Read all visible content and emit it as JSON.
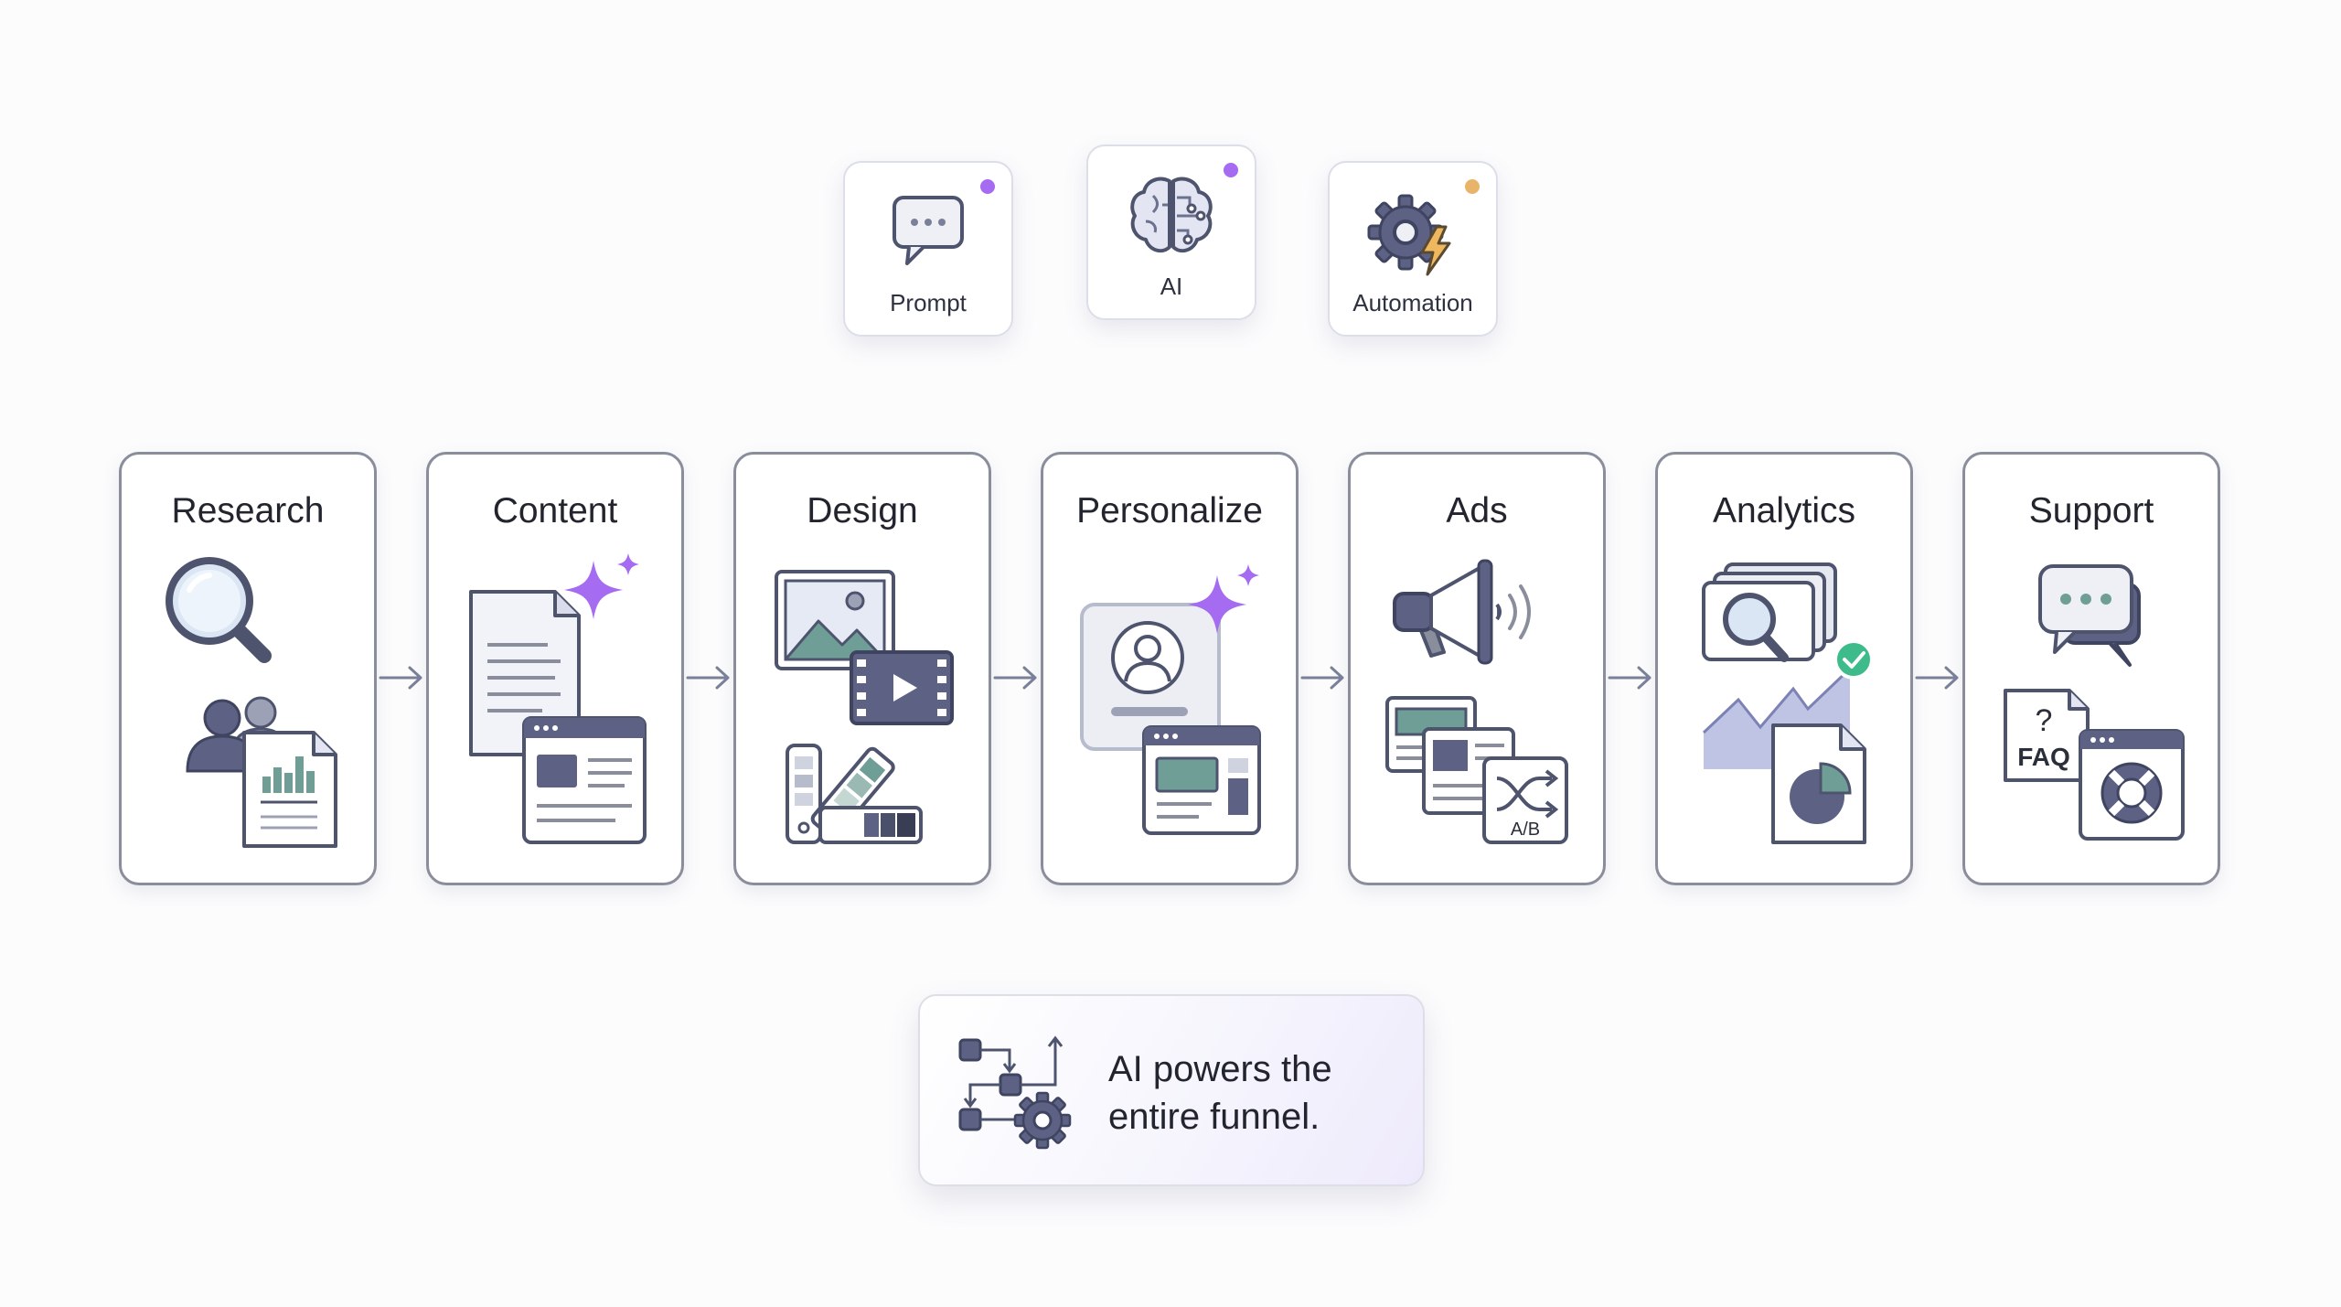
{
  "tools": [
    {
      "label": "Prompt",
      "dot_color": "#a56bf0",
      "icon": "chat-bubble-icon"
    },
    {
      "label": "AI",
      "dot_color": "#a56bf0",
      "icon": "brain-circuit-icon"
    },
    {
      "label": "Automation",
      "dot_color": "#e8b469",
      "icon": "gear-lightning-icon"
    }
  ],
  "stages": [
    {
      "title": "Research",
      "icon": "magnifier-audience-report-icon"
    },
    {
      "title": "Content",
      "icon": "document-sparkle-icon"
    },
    {
      "title": "Design",
      "icon": "image-video-swatch-icon"
    },
    {
      "title": "Personalize",
      "icon": "profile-sparkle-icon"
    },
    {
      "title": "Ads",
      "icon": "megaphone-ab-test-icon"
    },
    {
      "title": "Analytics",
      "icon": "chart-search-pie-icon"
    },
    {
      "title": "Support",
      "icon": "chat-faq-lifebuoy-icon"
    }
  ],
  "research_art": {
    "bar_heights": [
      0.45,
      0.7,
      0.55,
      1.0,
      0.6
    ]
  },
  "content_art": {
    "sparkle": "sparkle-icon"
  },
  "ads_art": {
    "ab_label": "A/B"
  },
  "support_art": {
    "faq_question": "?",
    "faq_label": "FAQ"
  },
  "summary": {
    "line1": "AI powers the",
    "line2": "entire funnel.",
    "icon": "workflow-gear-icon"
  },
  "colors": {
    "accent_purple": "#a56bf0",
    "accent_orange": "#e8b469",
    "icon_slate": "#5d6285",
    "icon_teal": "#6f9e97",
    "success_green": "#3dbb8a"
  }
}
